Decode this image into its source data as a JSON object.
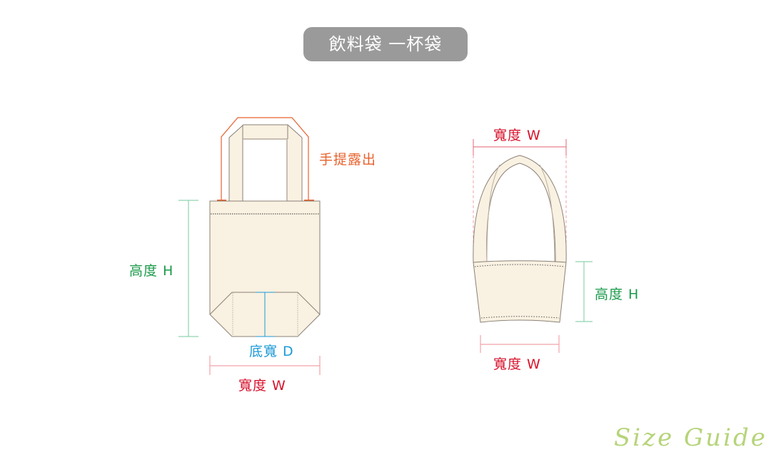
{
  "header": {
    "title": "飲料袋 一杯袋"
  },
  "left_bag": {
    "name": "tote",
    "labels": {
      "handle_exposed": "手提露出",
      "height": "高度 H",
      "bottom_width": "底寬 D",
      "width": "寬度 W"
    }
  },
  "right_bag": {
    "name": "cup-bag",
    "labels": {
      "top_width": "寬度 W",
      "height": "高度 H",
      "bottom_width": "寬度 W"
    }
  },
  "footer": {
    "caption": "Size Guide"
  },
  "colors": {
    "title_bg": "#9a9a9a",
    "fabric": "#f9f1e1",
    "outline": "#8a8078",
    "width_dim": "#d7112b",
    "height_dim": "#1a9a4a",
    "depth_dim": "#1c9ad6",
    "handle_dim": "#e8612d",
    "caption": "#b6d47a"
  }
}
